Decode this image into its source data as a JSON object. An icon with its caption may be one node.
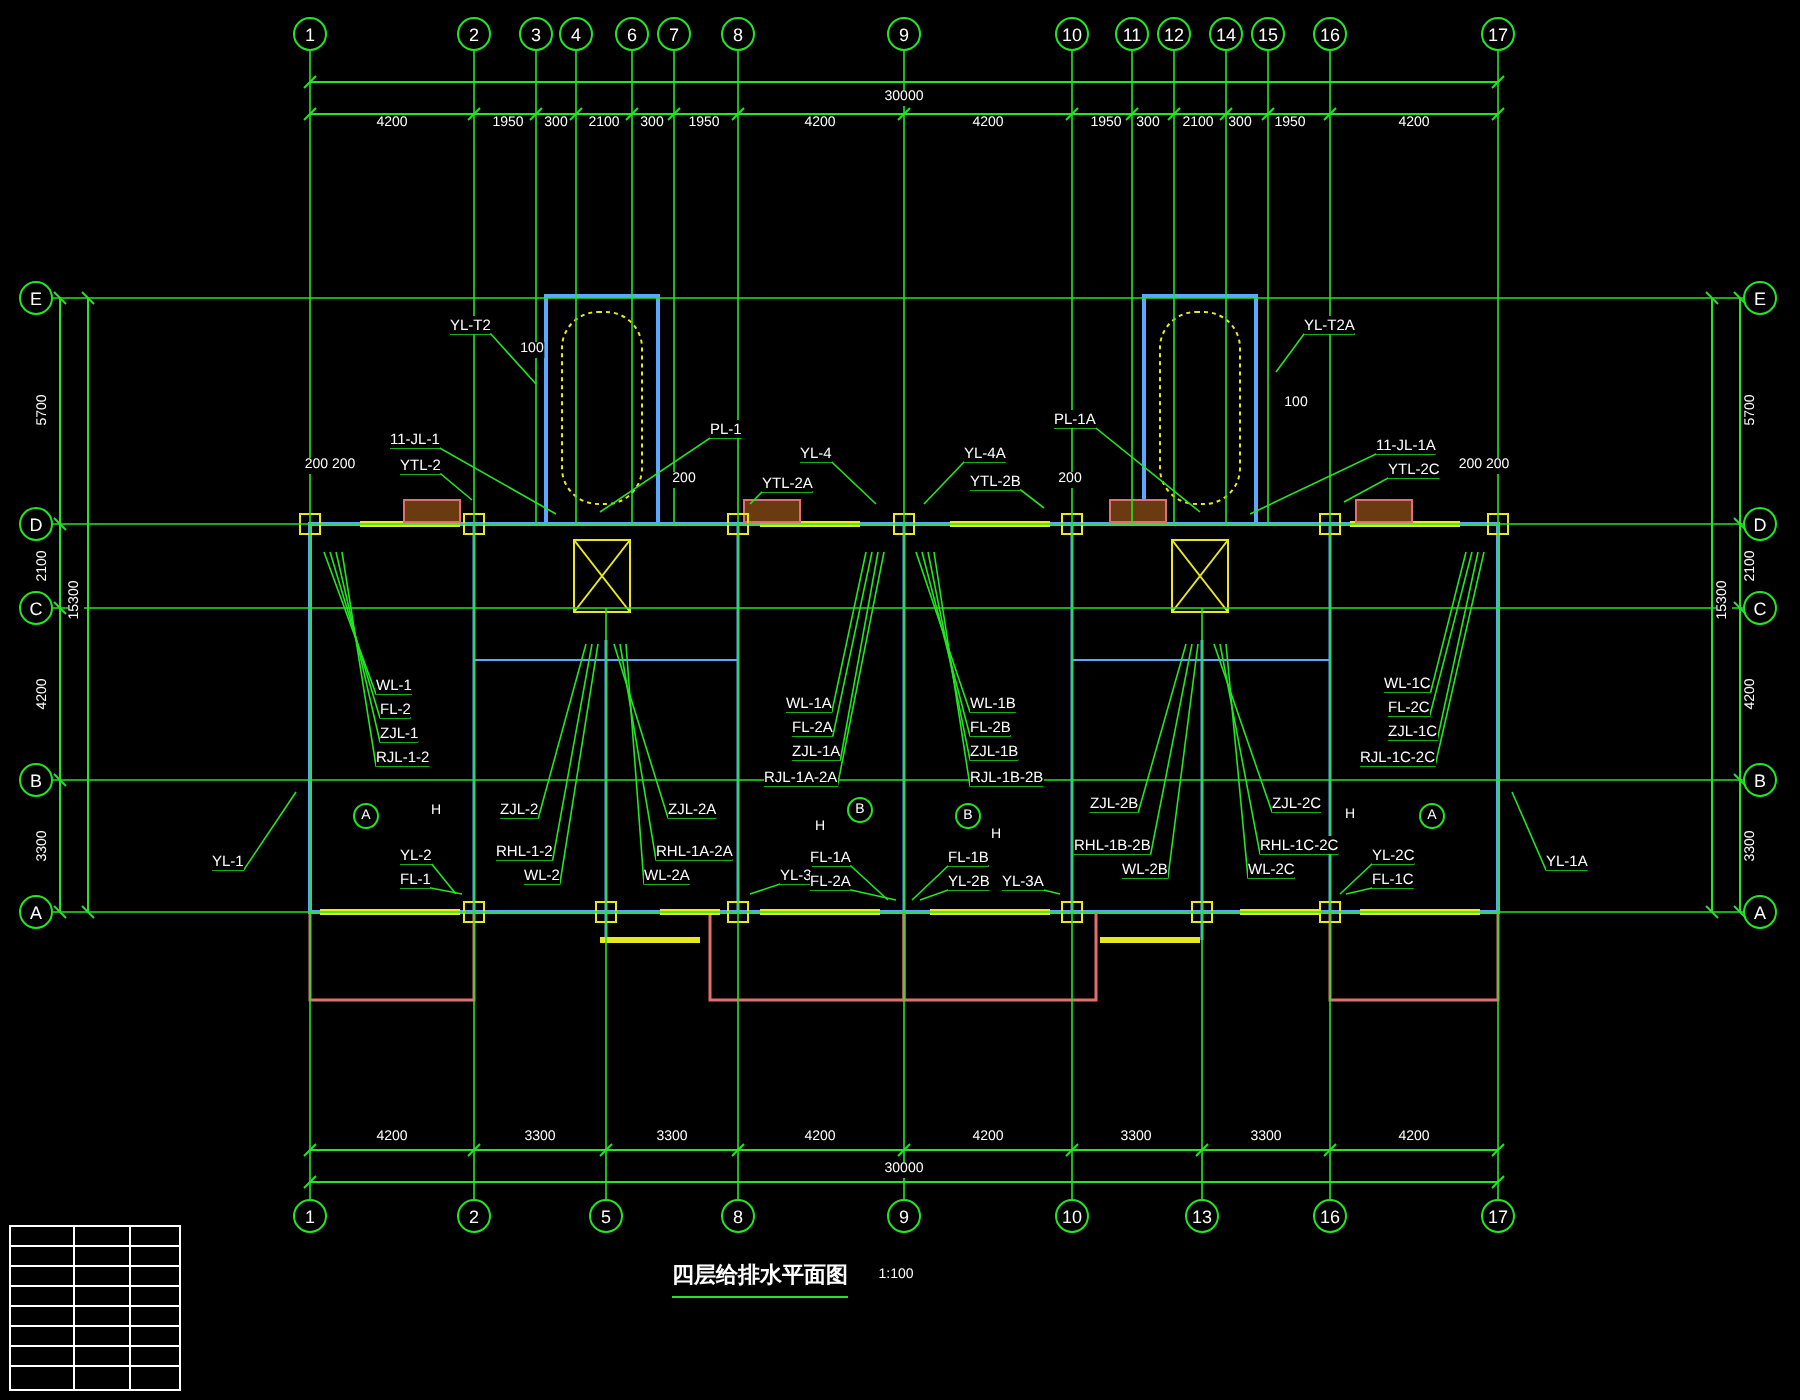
{
  "diagram": {
    "title": "四层给排水平面图",
    "nodes": [
      {
        "text": [
          "1"
        ]
      },
      {
        "text": [
          "2"
        ]
      },
      {
        "text": [
          "3"
        ]
      },
      {
        "text": [
          "4"
        ]
      },
      {
        "text": [
          "6"
        ]
      },
      {
        "text": [
          "7"
        ]
      },
      {
        "text": [
          "8"
        ]
      },
      {
        "text": [
          "9"
        ]
      },
      {
        "text": [
          "10"
        ]
      },
      {
        "text": [
          "11"
        ]
      },
      {
        "text": [
          "12"
        ]
      },
      {
        "text": [
          "14"
        ]
      },
      {
        "text": [
          "15"
        ]
      },
      {
        "text": [
          "16"
        ]
      },
      {
        "text": [
          "17"
        ]
      },
      {
        "text": [
          "1"
        ]
      },
      {
        "text": [
          "2"
        ]
      },
      {
        "text": [
          "5"
        ]
      },
      {
        "text": [
          "8"
        ]
      },
      {
        "text": [
          "9"
        ]
      },
      {
        "text": [
          "10"
        ]
      },
      {
        "text": [
          "13"
        ]
      },
      {
        "text": [
          "16"
        ]
      },
      {
        "text": [
          "17"
        ]
      },
      {
        "text": [
          "E"
        ]
      },
      {
        "text": [
          "D"
        ]
      },
      {
        "text": [
          "C"
        ]
      },
      {
        "text": [
          "B"
        ]
      },
      {
        "text": [
          "A"
        ]
      },
      {
        "text": [
          "E"
        ]
      },
      {
        "text": [
          "D"
        ]
      },
      {
        "text": [
          "C"
        ]
      },
      {
        "text": [
          "B"
        ]
      },
      {
        "text": [
          "A"
        ]
      },
      {
        "text": [
          "YL-T2"
        ]
      },
      {
        "text": [
          "11-JL-1"
        ]
      },
      {
        "text": [
          "YTL-2"
        ]
      },
      {
        "text": [
          "PL-1"
        ]
      },
      {
        "text": [
          "YL-4"
        ]
      },
      {
        "text": [
          "YTL-2A"
        ]
      },
      {
        "text": [
          "YL-4A"
        ]
      },
      {
        "text": [
          "YTL-2B"
        ]
      },
      {
        "text": [
          "PL-1A"
        ]
      },
      {
        "text": [
          "YL-T2A"
        ]
      },
      {
        "text": [
          "11-JL-1A"
        ]
      },
      {
        "text": [
          "YTL-2C"
        ]
      },
      {
        "text": [
          "WL-1"
        ]
      },
      {
        "text": [
          "FL-2"
        ]
      },
      {
        "text": [
          "ZJL-1"
        ]
      },
      {
        "text": [
          "RJL-1-2"
        ]
      },
      {
        "text": [
          "ZJL-2"
        ]
      },
      {
        "text": [
          "RHL-1-2"
        ]
      },
      {
        "text": [
          "WL-2"
        ]
      },
      {
        "text": [
          "ZJL-2A"
        ]
      },
      {
        "text": [
          "RHL-1A-2A"
        ]
      },
      {
        "text": [
          "WL-2A"
        ]
      },
      {
        "text": [
          "WL-1A"
        ]
      },
      {
        "text": [
          "FL-2A"
        ]
      },
      {
        "text": [
          "ZJL-1A"
        ]
      },
      {
        "text": [
          "RJL-1A-2A"
        ]
      },
      {
        "text": [
          "YL-1"
        ]
      },
      {
        "text": [
          "YL-2"
        ]
      },
      {
        "text": [
          "FL-1"
        ]
      },
      {
        "text": [
          "YL-3"
        ]
      },
      {
        "text": [
          "FL-1A"
        ]
      },
      {
        "text": [
          "FL-2A"
        ]
      },
      {
        "text": [
          "WL-1B"
        ]
      },
      {
        "text": [
          "FL-2B"
        ]
      },
      {
        "text": [
          "ZJL-1B"
        ]
      },
      {
        "text": [
          "RJL-1B-2B"
        ]
      },
      {
        "text": [
          "ZJL-2B"
        ]
      },
      {
        "text": [
          "RHL-1B-2B"
        ]
      },
      {
        "text": [
          "WL-2B"
        ]
      },
      {
        "text": [
          "ZJL-2C"
        ]
      },
      {
        "text": [
          "RHL-1C-2C"
        ]
      },
      {
        "text": [
          "WL-2C"
        ]
      },
      {
        "text": [
          "WL-1C"
        ]
      },
      {
        "text": [
          "FL-2C"
        ]
      },
      {
        "text": [
          "ZJL-1C"
        ]
      },
      {
        "text": [
          "RJL-1C-2C"
        ]
      },
      {
        "text": [
          "FL-1B"
        ]
      },
      {
        "text": [
          "YL-2B"
        ]
      },
      {
        "text": [
          "YL-3A"
        ]
      },
      {
        "text": [
          "YL-2C"
        ]
      },
      {
        "text": [
          "FL-1C"
        ]
      },
      {
        "text": [
          "YL-1A"
        ]
      },
      {
        "text": [
          "A"
        ]
      },
      {
        "text": [
          "B"
        ]
      },
      {
        "text": [
          "B"
        ]
      },
      {
        "text": [
          "A"
        ]
      }
    ],
    "edges": [
      {
        "from": 34,
        "to": null,
        "arrow": "none"
      },
      {
        "from": 35,
        "to": null,
        "arrow": "none"
      },
      {
        "from": 36,
        "to": null,
        "arrow": "none"
      },
      {
        "from": 37,
        "to": null,
        "arrow": "none"
      },
      {
        "from": 38,
        "to": null,
        "arrow": "none"
      },
      {
        "from": 39,
        "to": null,
        "arrow": "none"
      },
      {
        "from": 40,
        "to": null,
        "arrow": "none"
      },
      {
        "from": 41,
        "to": null,
        "arrow": "none"
      },
      {
        "from": 42,
        "to": null,
        "arrow": "none"
      },
      {
        "from": 43,
        "to": null,
        "arrow": "none"
      },
      {
        "from": 44,
        "to": null,
        "arrow": "none"
      },
      {
        "from": 45,
        "to": null,
        "arrow": "none"
      },
      {
        "from": 46,
        "to": null,
        "arrow": "none"
      },
      {
        "from": 47,
        "to": null,
        "arrow": "none"
      },
      {
        "from": 48,
        "to": null,
        "arrow": "none"
      },
      {
        "from": 49,
        "to": null,
        "arrow": "none"
      },
      {
        "from": 50,
        "to": null,
        "arrow": "none"
      },
      {
        "from": 51,
        "to": null,
        "arrow": "none"
      },
      {
        "from": 52,
        "to": null,
        "arrow": "none"
      },
      {
        "from": 53,
        "to": null,
        "arrow": "none"
      },
      {
        "from": 54,
        "to": null,
        "arrow": "none"
      },
      {
        "from": 55,
        "to": null,
        "arrow": "none"
      },
      {
        "from": 56,
        "to": null,
        "arrow": "none"
      },
      {
        "from": 57,
        "to": null,
        "arrow": "none"
      },
      {
        "from": 58,
        "to": null,
        "arrow": "none"
      },
      {
        "from": 59,
        "to": null,
        "arrow": "none"
      },
      {
        "from": 60,
        "to": null,
        "arrow": "none"
      },
      {
        "from": 61,
        "to": null,
        "arrow": "none"
      },
      {
        "from": 62,
        "to": null,
        "arrow": "none"
      },
      {
        "from": 63,
        "to": null,
        "arrow": "none"
      },
      {
        "from": 64,
        "to": null,
        "arrow": "none"
      },
      {
        "from": 65,
        "to": null,
        "arrow": "none"
      },
      {
        "from": 66,
        "to": null,
        "arrow": "none"
      },
      {
        "from": 67,
        "to": null,
        "arrow": "none"
      },
      {
        "from": 68,
        "to": null,
        "arrow": "none"
      },
      {
        "from": 69,
        "to": null,
        "arrow": "none"
      },
      {
        "from": 70,
        "to": null,
        "arrow": "none"
      },
      {
        "from": 71,
        "to": null,
        "arrow": "none"
      },
      {
        "from": 72,
        "to": null,
        "arrow": "none"
      },
      {
        "from": 73,
        "to": null,
        "arrow": "none"
      },
      {
        "from": 74,
        "to": null,
        "arrow": "none"
      },
      {
        "from": 75,
        "to": null,
        "arrow": "none"
      },
      {
        "from": 76,
        "to": null,
        "arrow": "none"
      },
      {
        "from": 77,
        "to": null,
        "arrow": "none"
      },
      {
        "from": 78,
        "to": null,
        "arrow": "none"
      },
      {
        "from": 79,
        "to": null,
        "arrow": "none"
      },
      {
        "from": 80,
        "to": null,
        "arrow": "none"
      },
      {
        "from": 81,
        "to": null,
        "arrow": "none"
      },
      {
        "from": 82,
        "to": null,
        "arrow": "none"
      },
      {
        "from": 83,
        "to": null,
        "arrow": "none"
      },
      {
        "from": 84,
        "to": null,
        "arrow": "none"
      },
      {
        "from": 85,
        "to": null,
        "arrow": "none"
      },
      {
        "from": 0,
        "to": 15,
        "arrow": "none"
      },
      {
        "from": 1,
        "to": 16,
        "arrow": "none"
      },
      {
        "from": 6,
        "to": 18,
        "arrow": "none"
      },
      {
        "from": 7,
        "to": 19,
        "arrow": "none"
      },
      {
        "from": 8,
        "to": 20,
        "arrow": "none"
      },
      {
        "from": 13,
        "to": 22,
        "arrow": "none"
      },
      {
        "from": 14,
        "to": 23,
        "arrow": "none"
      },
      {
        "from": 2,
        "to": null,
        "arrow": "none"
      },
      {
        "from": 3,
        "to": null,
        "arrow": "none"
      },
      {
        "from": 4,
        "to": null,
        "arrow": "none"
      },
      {
        "from": 5,
        "to": null,
        "arrow": "none"
      },
      {
        "from": 9,
        "to": null,
        "arrow": "none"
      },
      {
        "from": 10,
        "to": null,
        "arrow": "none"
      },
      {
        "from": 11,
        "to": null,
        "arrow": "none"
      },
      {
        "from": 12,
        "to": null,
        "arrow": "none"
      },
      {
        "from": 17,
        "to": null,
        "arrow": "none"
      },
      {
        "from": 21,
        "to": null,
        "arrow": "none"
      },
      {
        "from": 24,
        "to": 29,
        "arrow": "none"
      },
      {
        "from": 25,
        "to": 30,
        "arrow": "none"
      },
      {
        "from": 26,
        "to": 31,
        "arrow": "none"
      },
      {
        "from": 27,
        "to": 32,
        "arrow": "none"
      },
      {
        "from": 28,
        "to": 33,
        "arrow": "none"
      }
    ],
    "labels": [
      "30000",
      "4200",
      "1950",
      "300",
      "2100",
      "300",
      "1950",
      "4200",
      "4200",
      "1950",
      "300",
      "2100",
      "300",
      "1950",
      "4200",
      "4200",
      "3300",
      "3300",
      "4200",
      "4200",
      "3300",
      "3300",
      "4200",
      "30000",
      "5700",
      "2100",
      "4200",
      "3300",
      "15300",
      "5700",
      "2100",
      "4200",
      "3300",
      "15300",
      "1:100",
      "100",
      "100",
      "200 200",
      "200",
      "200",
      "200 200",
      "H",
      "H",
      "H",
      "H"
    ]
  }
}
